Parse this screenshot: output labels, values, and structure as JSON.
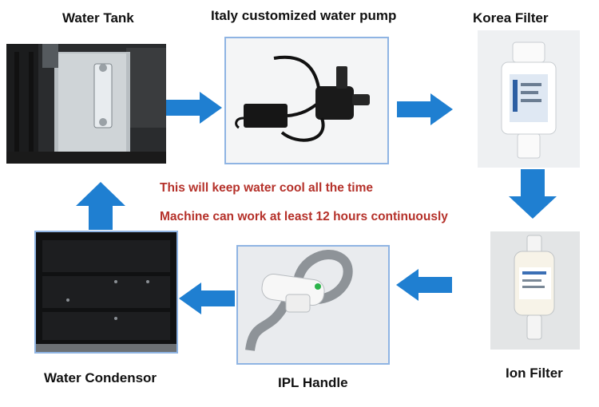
{
  "labels": {
    "water_tank": "Water Tank",
    "pump": "Italy customized water pump",
    "korea_filter": "Korea Filter",
    "ion_filter": "Ion Filter",
    "ipl_handle": "IPL Handle",
    "water_condensor": "Water Condensor"
  },
  "notes": {
    "line1": "This will keep water cool all the time",
    "line2": "Machine can work at least 12 hours continuously"
  },
  "colors": {
    "arrow": "#1f7fd1",
    "frame": "#8fb4e3",
    "note_text": "#b5312a"
  }
}
